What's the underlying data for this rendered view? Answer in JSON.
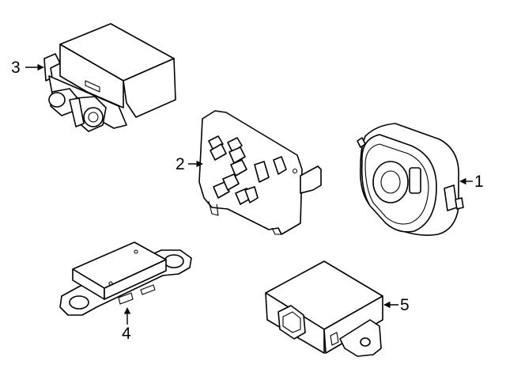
{
  "callouts": {
    "c1": "1",
    "c2": "2",
    "c3": "3",
    "c4": "4",
    "c5": "5"
  },
  "colors": {
    "line": "#000000",
    "background": "#ffffff"
  }
}
